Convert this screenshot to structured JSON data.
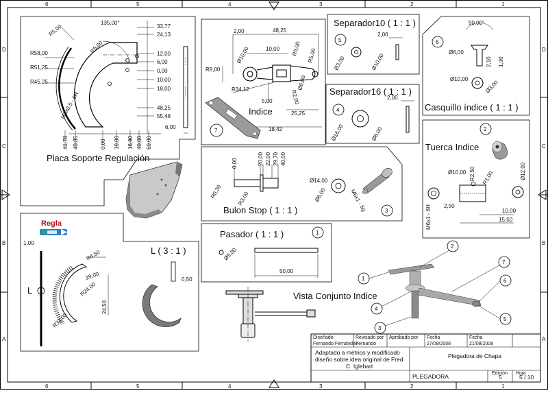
{
  "sheet": {
    "col_labels": [
      "6",
      "5",
      "4",
      "3",
      "2",
      "1"
    ],
    "row_labels": [
      "D",
      "C",
      "B",
      "A"
    ]
  },
  "views": {
    "placa": {
      "title": "Placa Soporte Regulación",
      "dims_left": [
        "R5,00",
        "R58,00",
        "R51,25",
        "R45,25",
        "R5,00",
        "135,00°",
        "M3x0,5 - 6H"
      ],
      "dims_right": [
        "33,77",
        "24,13",
        "12,00",
        "6,00",
        "0,00",
        "10,00",
        "18,00",
        "48,25",
        "55,48"
      ],
      "dims_bottom": [
        "41,78",
        "40,85",
        "0,00",
        "10,00",
        "16,90",
        "40,00",
        "60,00"
      ],
      "thickness": "6,00"
    },
    "indice": {
      "title": "Indice",
      "dims": [
        "2,00",
        "48,25",
        "R8,00",
        "Ø10,00",
        "10,00",
        "R5,00",
        "R5,00",
        "R34,12",
        "5,00",
        "R2,00",
        "Ø6,00",
        "25,25",
        "18,42"
      ],
      "balloon": "7"
    },
    "separador10": {
      "title": "Separador10   ( 1 : 1 )",
      "dims": [
        "2,00",
        "Ø3,00",
        "Ø10,00"
      ],
      "balloon": "5"
    },
    "separador16": {
      "title": "Separador16   ( 1 : 1 )",
      "dims": [
        "2,00",
        "Ø16,00",
        "Ø6,00"
      ],
      "balloon": "4"
    },
    "casquillo": {
      "title": "Casquillo índice   ( 1 : 1 )",
      "dims": [
        "90,00°",
        "Ø6,00",
        "2,10",
        "1,90",
        "Ø10,00",
        "Ø3,00"
      ],
      "balloon": "6"
    },
    "tuerca": {
      "title": "Tuerca Indice",
      "dims": [
        "Ø10,00",
        "R2,50",
        "R1,00",
        "Ø12,00",
        "2,50",
        "M6x1 - 6H",
        "10,00",
        "15,50"
      ],
      "balloon": "2"
    },
    "bulon": {
      "title": "Bulon Stop   ( 1 : 1 )",
      "dims": [
        "0,00",
        "20,00",
        "22,00",
        "29,70",
        "40,00",
        "R0,30",
        "R3,00",
        "Ø14,00",
        "Ø6,00",
        "M6x1 - 6g"
      ],
      "balloon": "3"
    },
    "pasador": {
      "title": "Pasador   ( 1 : 1 )",
      "dims": [
        "Ø5,00",
        "50,00"
      ],
      "balloon": "1"
    },
    "regla": {
      "title": "Regla",
      "dims": [
        "1,00",
        "R4,50",
        "29,00",
        "R24,00",
        "24,50",
        "R33,00"
      ],
      "letter": "L",
      "detail_title": "L  ( 3 : 1 )",
      "detail_dim": "0,50"
    },
    "conjunto": {
      "title": "Vista Conjunto Indice",
      "balloons": [
        "1",
        "2",
        "3",
        "4",
        "5",
        "6",
        "7"
      ]
    }
  },
  "title_block": {
    "drawn_label": "Diseñado",
    "drawn_by": "Fernando Fernández",
    "checked_label": "Revisado por",
    "checked_by": "Fernando",
    "approved_label": "Aprobado por",
    "date_label_1": "Fecha",
    "date_1": "27/08/2008",
    "date_label_2": "Fecha",
    "date_2": "21/08/2008",
    "note": [
      "Adaptado a métrico y modificado",
      "diseño sobre idea original de Fred",
      "C. Iglehart"
    ],
    "title": "Plegadora de Chapa",
    "project": "PLEGADORA",
    "edition_label": "Edición",
    "edition": "5",
    "sheet_label": "Hoja",
    "sheet": "5 / 10"
  }
}
